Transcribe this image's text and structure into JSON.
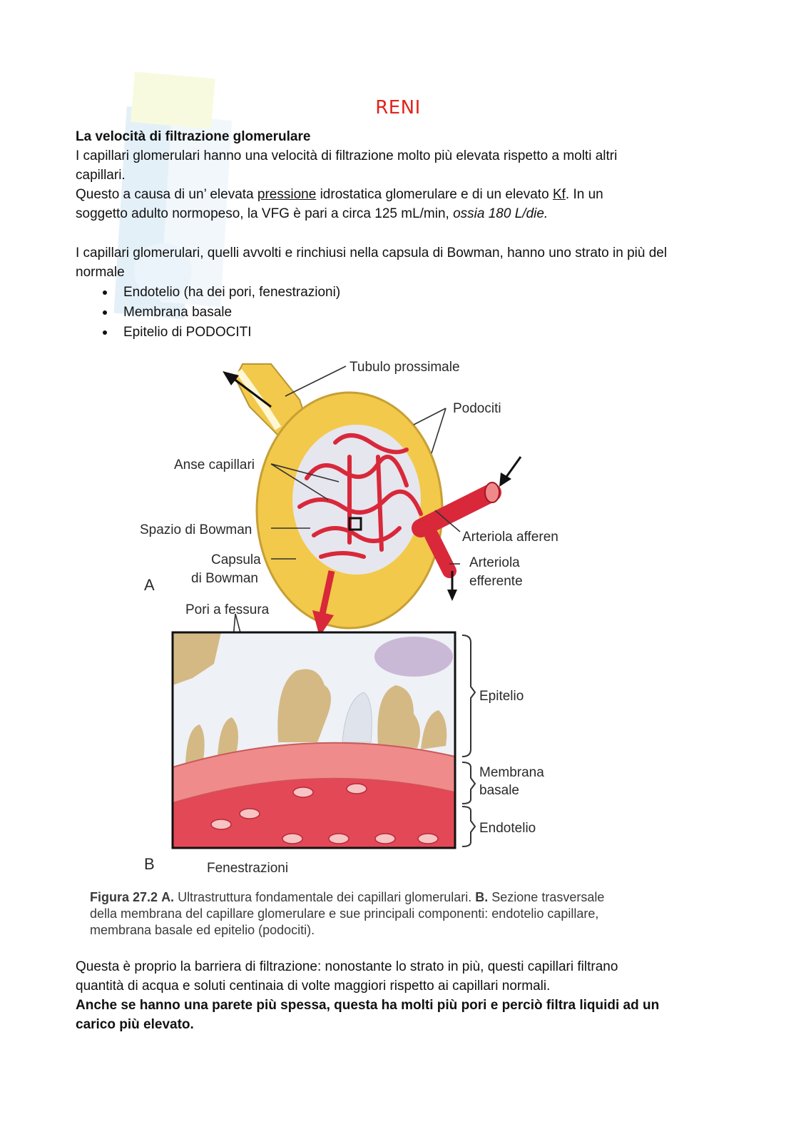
{
  "title": "RENI",
  "section_heading": "La velocità di filtrazione glomerulare",
  "para1": {
    "line1": "I capillari glomerulari hanno una velocità di filtrazione molto più elevata rispetto a molti altri",
    "line2": "capillari.",
    "line3_pre": "Questo a causa di un’ elevata ",
    "line3_link": "pressione",
    "line3_mid": " idrostatica glomerulare e di un elevato ",
    "line3_kf": "Kf",
    "line3_post": ". In un",
    "line4_pre": "soggetto adulto normopeso, la VFG è pari a circa 125 mL/min, ",
    "line4_italic": "ossia 180 L/die."
  },
  "para2": {
    "line1": "I capillari glomerulari, quelli avvolti e rinchiusi nella capsula di Bowman, hanno uno strato in più del",
    "line2": "normale"
  },
  "bullets": [
    "Endotelio (ha dei pori, fenestrazioni)",
    "Membrana basale",
    "Epitelio di PODOCITI"
  ],
  "figure": {
    "labels": {
      "tubulo": "Tubulo prossimale",
      "podociti": "Podociti",
      "anse": "Anse capillari",
      "spazio": "Spazio di Bowman",
      "capsula1": "Capsula",
      "capsula2": "di Bowman",
      "afferente": "Arteriola afferen",
      "efferente1": "Arteriola",
      "efferente2": "efferente",
      "panel_a": "A",
      "panel_b": "B",
      "pori": "Pori a fessura",
      "epitelio": "Epitelio",
      "membrana1": "Membrana",
      "membrana2": "basale",
      "endotelio": "Endotelio",
      "fenestrazioni": "Fenestrazioni"
    },
    "caption": {
      "fig_label": "Figura 27.2",
      "a_label": "A.",
      "a_text": " Ultrastruttura fondamentale dei capillari glomerulari. ",
      "b_label": "B.",
      "b_text": " Sezione trasversale della membrana del capillare glomerulare e sue principali componenti: endotelio capillare, membrana basale ed epitelio (podociti)."
    },
    "colors": {
      "capsule": "#f2c94a",
      "vessel": "#d8283a",
      "epithelium": "#d4b985",
      "membrane": "#ef8b8b"
    }
  },
  "para3": {
    "line1": "Questa è proprio la barriera di filtrazione: nonostante lo strato in più, questi capillari filtrano",
    "line2": "quantità di acqua e soluti centinaia di volte maggiori rispetto ai capillari normali."
  },
  "para4": {
    "line1": "Anche se hanno una parete più spessa, questa ha molti più pori e perciò filtra liquidi ad un",
    "line2": "carico più elevato."
  }
}
